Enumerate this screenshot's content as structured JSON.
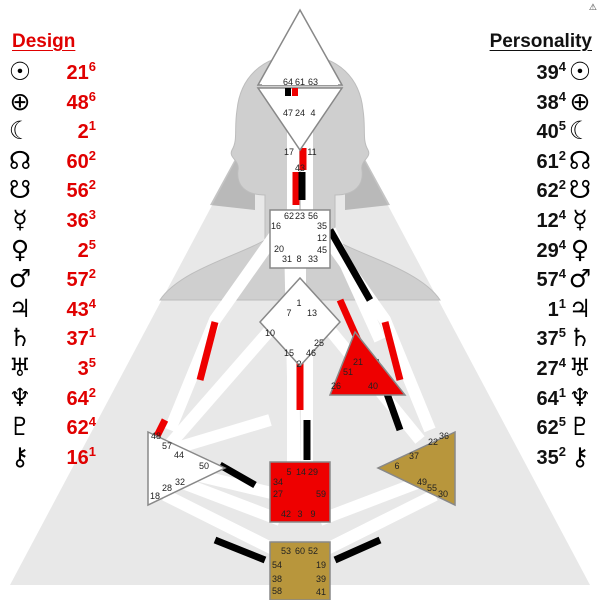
{
  "design": {
    "title": "Design",
    "color": "#e00000",
    "rows": [
      {
        "icon": "sun-icon",
        "glyph": "☉",
        "gate": "21",
        "line": "6"
      },
      {
        "icon": "earth-icon",
        "glyph": "⊕",
        "gate": "48",
        "line": "6"
      },
      {
        "icon": "moon-icon",
        "glyph": "☾",
        "gate": "2",
        "line": "1"
      },
      {
        "icon": "north-node-icon",
        "glyph": "☊",
        "gate": "60",
        "line": "2"
      },
      {
        "icon": "south-node-icon",
        "glyph": "☋",
        "gate": "56",
        "line": "2"
      },
      {
        "icon": "mercury-icon",
        "glyph": "☿",
        "gate": "36",
        "line": "3"
      },
      {
        "icon": "venus-icon",
        "glyph": "♀",
        "gate": "2",
        "line": "5"
      },
      {
        "icon": "mars-icon",
        "glyph": "♂",
        "gate": "57",
        "line": "2"
      },
      {
        "icon": "jupiter-icon",
        "glyph": "♃",
        "gate": "43",
        "line": "4"
      },
      {
        "icon": "saturn-icon",
        "glyph": "♄",
        "gate": "37",
        "line": "1"
      },
      {
        "icon": "uranus-icon",
        "glyph": "♅",
        "gate": "3",
        "line": "5"
      },
      {
        "icon": "neptune-icon",
        "glyph": "♆",
        "gate": "64",
        "line": "2"
      },
      {
        "icon": "pluto-icon",
        "glyph": "♇",
        "gate": "62",
        "line": "4"
      },
      {
        "icon": "chiron-icon",
        "glyph": "⚷",
        "gate": "16",
        "line": "1"
      }
    ]
  },
  "personality": {
    "title": "Personality",
    "color": "#111111",
    "rows": [
      {
        "icon": "sun-icon",
        "glyph": "☉",
        "gate": "39",
        "line": "4"
      },
      {
        "icon": "earth-icon",
        "glyph": "⊕",
        "gate": "38",
        "line": "4"
      },
      {
        "icon": "moon-icon",
        "glyph": "☾",
        "gate": "40",
        "line": "5"
      },
      {
        "icon": "north-node-icon",
        "glyph": "☊",
        "gate": "61",
        "line": "2"
      },
      {
        "icon": "south-node-icon",
        "glyph": "☋",
        "gate": "62",
        "line": "2"
      },
      {
        "icon": "mercury-icon",
        "glyph": "☿",
        "gate": "12",
        "line": "4"
      },
      {
        "icon": "venus-icon",
        "glyph": "♀",
        "gate": "29",
        "line": "4"
      },
      {
        "icon": "mars-icon",
        "glyph": "♂",
        "gate": "57",
        "line": "4"
      },
      {
        "icon": "jupiter-icon",
        "glyph": "♃",
        "gate": "1",
        "line": "1"
      },
      {
        "icon": "saturn-icon",
        "glyph": "♄",
        "gate": "37",
        "line": "5"
      },
      {
        "icon": "uranus-icon",
        "glyph": "♅",
        "gate": "27",
        "line": "4"
      },
      {
        "icon": "neptune-icon",
        "glyph": "♆",
        "gate": "64",
        "line": "1"
      },
      {
        "icon": "pluto-icon",
        "glyph": "♇",
        "gate": "62",
        "line": "5"
      },
      {
        "icon": "chiron-icon",
        "glyph": "⚷",
        "gate": "35",
        "line": "2"
      }
    ]
  },
  "centers": {
    "head": {
      "gates": [
        "64",
        "61",
        "63"
      ]
    },
    "ajna": {
      "gates": [
        "47",
        "24",
        "4",
        "17",
        "43",
        "11"
      ]
    },
    "throat": {
      "gates": [
        "62",
        "23",
        "56",
        "16",
        "35",
        "12",
        "45",
        "20",
        "31",
        "8",
        "33"
      ]
    },
    "g": {
      "gates": [
        "1",
        "7",
        "13",
        "10",
        "25",
        "15",
        "2",
        "46"
      ]
    },
    "ego": {
      "gates": [
        "21",
        "51",
        "26",
        "40"
      ]
    },
    "spleen": {
      "gates": [
        "48",
        "57",
        "44",
        "50",
        "32",
        "28",
        "18"
      ]
    },
    "solar_plexus": {
      "gates": [
        "36",
        "22",
        "37",
        "6",
        "49",
        "55",
        "30"
      ]
    },
    "sacral": {
      "gates": [
        "5",
        "14",
        "29",
        "34",
        "27",
        "59",
        "42",
        "3",
        "9"
      ]
    },
    "root": {
      "gates": [
        "53",
        "60",
        "52",
        "54",
        "38",
        "58",
        "19",
        "39",
        "41"
      ]
    }
  },
  "colors": {
    "defined_red": "#ee0000",
    "defined_gold": "#b8963c",
    "personality_black": "#000000",
    "silhouette": "#cfcfcf",
    "triangle": "#e8e8e8"
  },
  "corner_logo": "⚠"
}
